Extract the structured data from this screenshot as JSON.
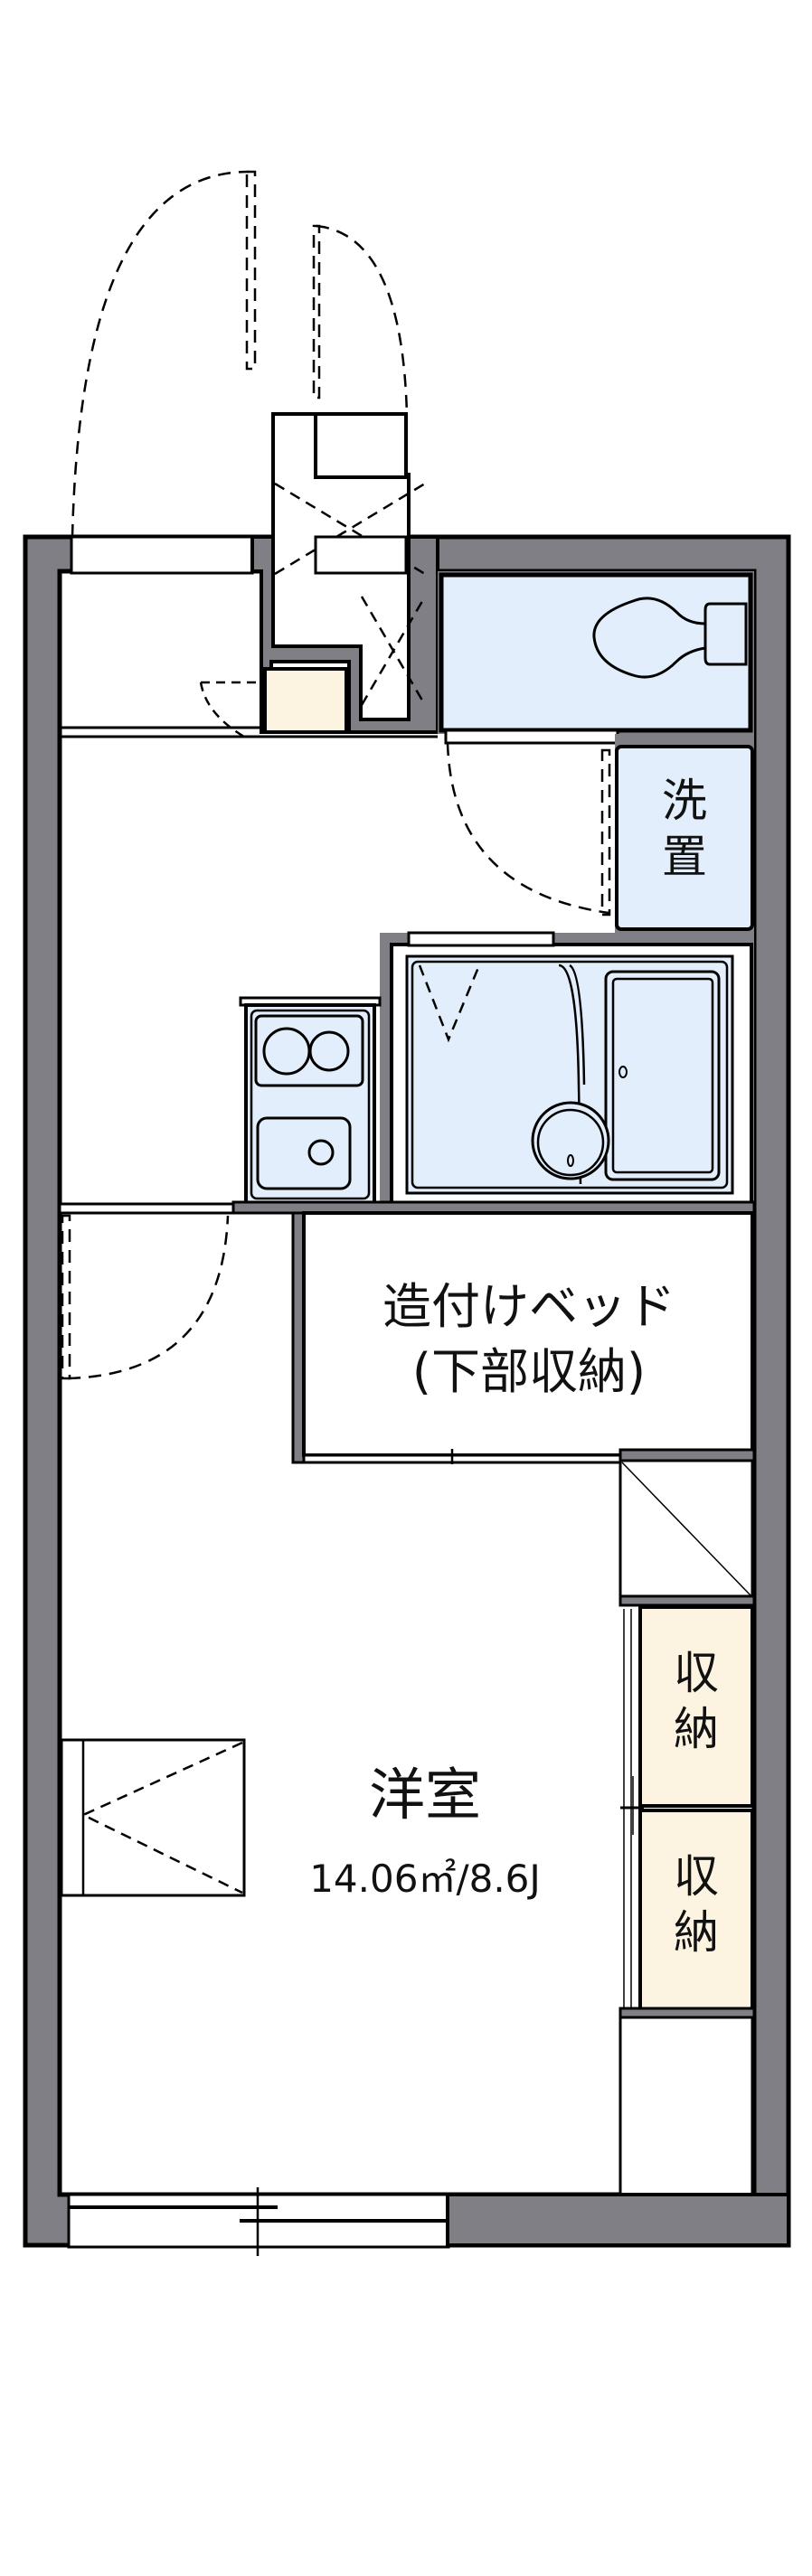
{
  "floor_plan": {
    "colors": {
      "wall": "#807f85",
      "line": "#000000",
      "wet_area": "#e3eefc",
      "storage": "#fdf3e1",
      "floor": "#ffffff"
    },
    "rooms": {
      "main_room": {
        "name": "洋室",
        "size": "14.06㎡/8.6J"
      },
      "built_in_bed": {
        "line1": "造付けベッド",
        "line2": "(下部収納)"
      },
      "laundry": {
        "char1": "洗",
        "char2": "置"
      },
      "storage_upper": {
        "char1": "収",
        "char2": "納"
      },
      "storage_lower": {
        "char1": "収",
        "char2": "納"
      }
    },
    "fixtures": [
      "entrance-door",
      "shoe-cabinet",
      "toilet",
      "washing-machine-space",
      "kitchen-sink",
      "two-burner-stove",
      "unit-bath",
      "bathtub",
      "wash-basin",
      "built-in-bed",
      "closet",
      "window",
      "sliding-window"
    ]
  }
}
